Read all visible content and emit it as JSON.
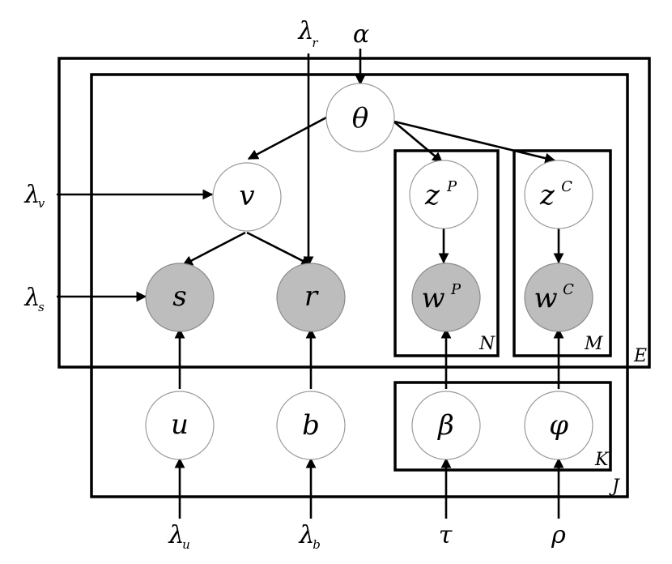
{
  "nodes": {
    "theta": {
      "symbol": "θ"
    },
    "v": {
      "symbol": "v"
    },
    "s": {
      "symbol": "s"
    },
    "r": {
      "symbol": "r"
    },
    "zp": {
      "symbol": "z",
      "sup": "P"
    },
    "zc": {
      "symbol": "z",
      "sup": "C"
    },
    "wp": {
      "symbol": "w",
      "sup": "P"
    },
    "wc": {
      "symbol": "w",
      "sup": "C"
    },
    "u": {
      "symbol": "u"
    },
    "b": {
      "symbol": "b"
    },
    "beta": {
      "symbol": "β"
    },
    "phi": {
      "symbol": "φ"
    }
  },
  "hyperparameters": {
    "alpha": {
      "symbol": "α"
    },
    "lambda_r": {
      "symbol": "λ",
      "sub": "r"
    },
    "lambda_v": {
      "symbol": "λ",
      "sub": "v"
    },
    "lambda_s": {
      "symbol": "λ",
      "sub": "s"
    },
    "lambda_u": {
      "symbol": "λ",
      "sub": "u"
    },
    "lambda_b": {
      "symbol": "λ",
      "sub": "b"
    },
    "tau": {
      "symbol": "τ"
    },
    "rho": {
      "symbol": "ρ"
    }
  },
  "plates": {
    "E": "E",
    "J": "J",
    "N": "N",
    "M": "M",
    "K": "K"
  },
  "colors": {
    "observed_fill": "#bdbdbd",
    "latent_fill": "#ffffff",
    "stroke": "#000000"
  }
}
